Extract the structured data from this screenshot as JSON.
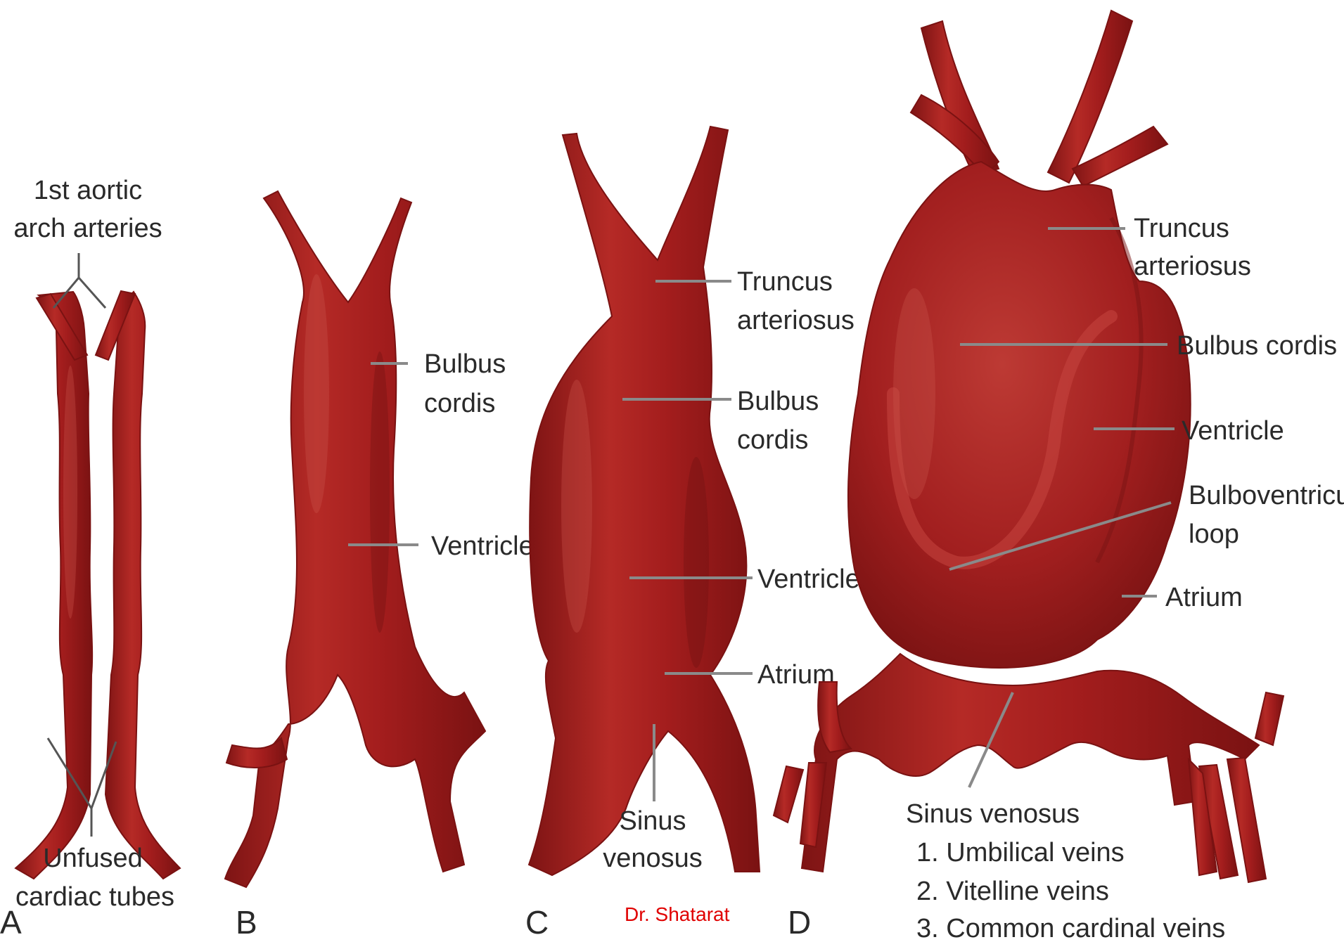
{
  "panels": {
    "A": {
      "letter": "A",
      "labels": {
        "top_line1": "1st aortic",
        "top_line2": "arch arteries",
        "bottom_line1": "Unfused",
        "bottom_line2": "cardiac tubes"
      }
    },
    "B": {
      "letter": "B",
      "labels": {
        "bulbus_line1": "Bulbus",
        "bulbus_line2": "cordis",
        "ventricle": "Ventricle"
      }
    },
    "C": {
      "letter": "C",
      "labels": {
        "truncus_line1": "Truncus",
        "truncus_line2": "arteriosus",
        "bulbus_line1": "Bulbus",
        "bulbus_line2": "cordis",
        "ventricle": "Ventricle",
        "atrium": "Atrium",
        "sinus_line1": "Sinus",
        "sinus_line2": "venosus"
      }
    },
    "D": {
      "letter": "D",
      "labels": {
        "truncus_line1": "Truncus",
        "truncus_line2": "arteriosus",
        "bulbus": "Bulbus cordis",
        "ventricle": "Ventricle",
        "loop_line1": "Bulboventricular",
        "loop_line2": "loop",
        "atrium": "Atrium",
        "sinus": "Sinus venosus",
        "veins": [
          "1. Umbilical veins",
          "2. Vitelline veins",
          "3. Common cardinal veins"
        ]
      }
    }
  },
  "credit": "Dr. Shatarat",
  "colors": {
    "tissue": "#a51f1f",
    "tissue_dark": "#7a1212",
    "tissue_light": "#c94a44",
    "leader": "#8a8a8a",
    "credit": "#e00000"
  }
}
